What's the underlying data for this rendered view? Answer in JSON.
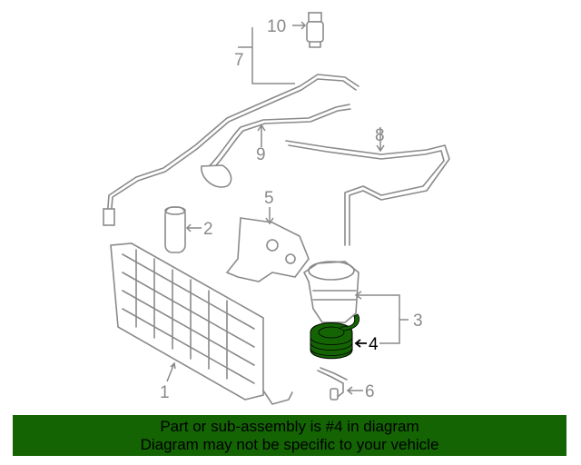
{
  "diagram": {
    "callouts": [
      {
        "number": "1",
        "highlighted": false
      },
      {
        "number": "2",
        "highlighted": false
      },
      {
        "number": "3",
        "highlighted": false
      },
      {
        "number": "4",
        "highlighted": true
      },
      {
        "number": "5",
        "highlighted": false
      },
      {
        "number": "6",
        "highlighted": false
      },
      {
        "number": "7",
        "highlighted": false
      },
      {
        "number": "8",
        "highlighted": false
      },
      {
        "number": "9",
        "highlighted": false
      },
      {
        "number": "10",
        "highlighted": false
      }
    ],
    "highlight_color": "#146404",
    "line_color": "#8a8a8a"
  },
  "banner": {
    "line1": "Part or sub-assembly is #4 in diagram",
    "line2": "Diagram may not be specific to your vehicle",
    "background": "#146404"
  }
}
